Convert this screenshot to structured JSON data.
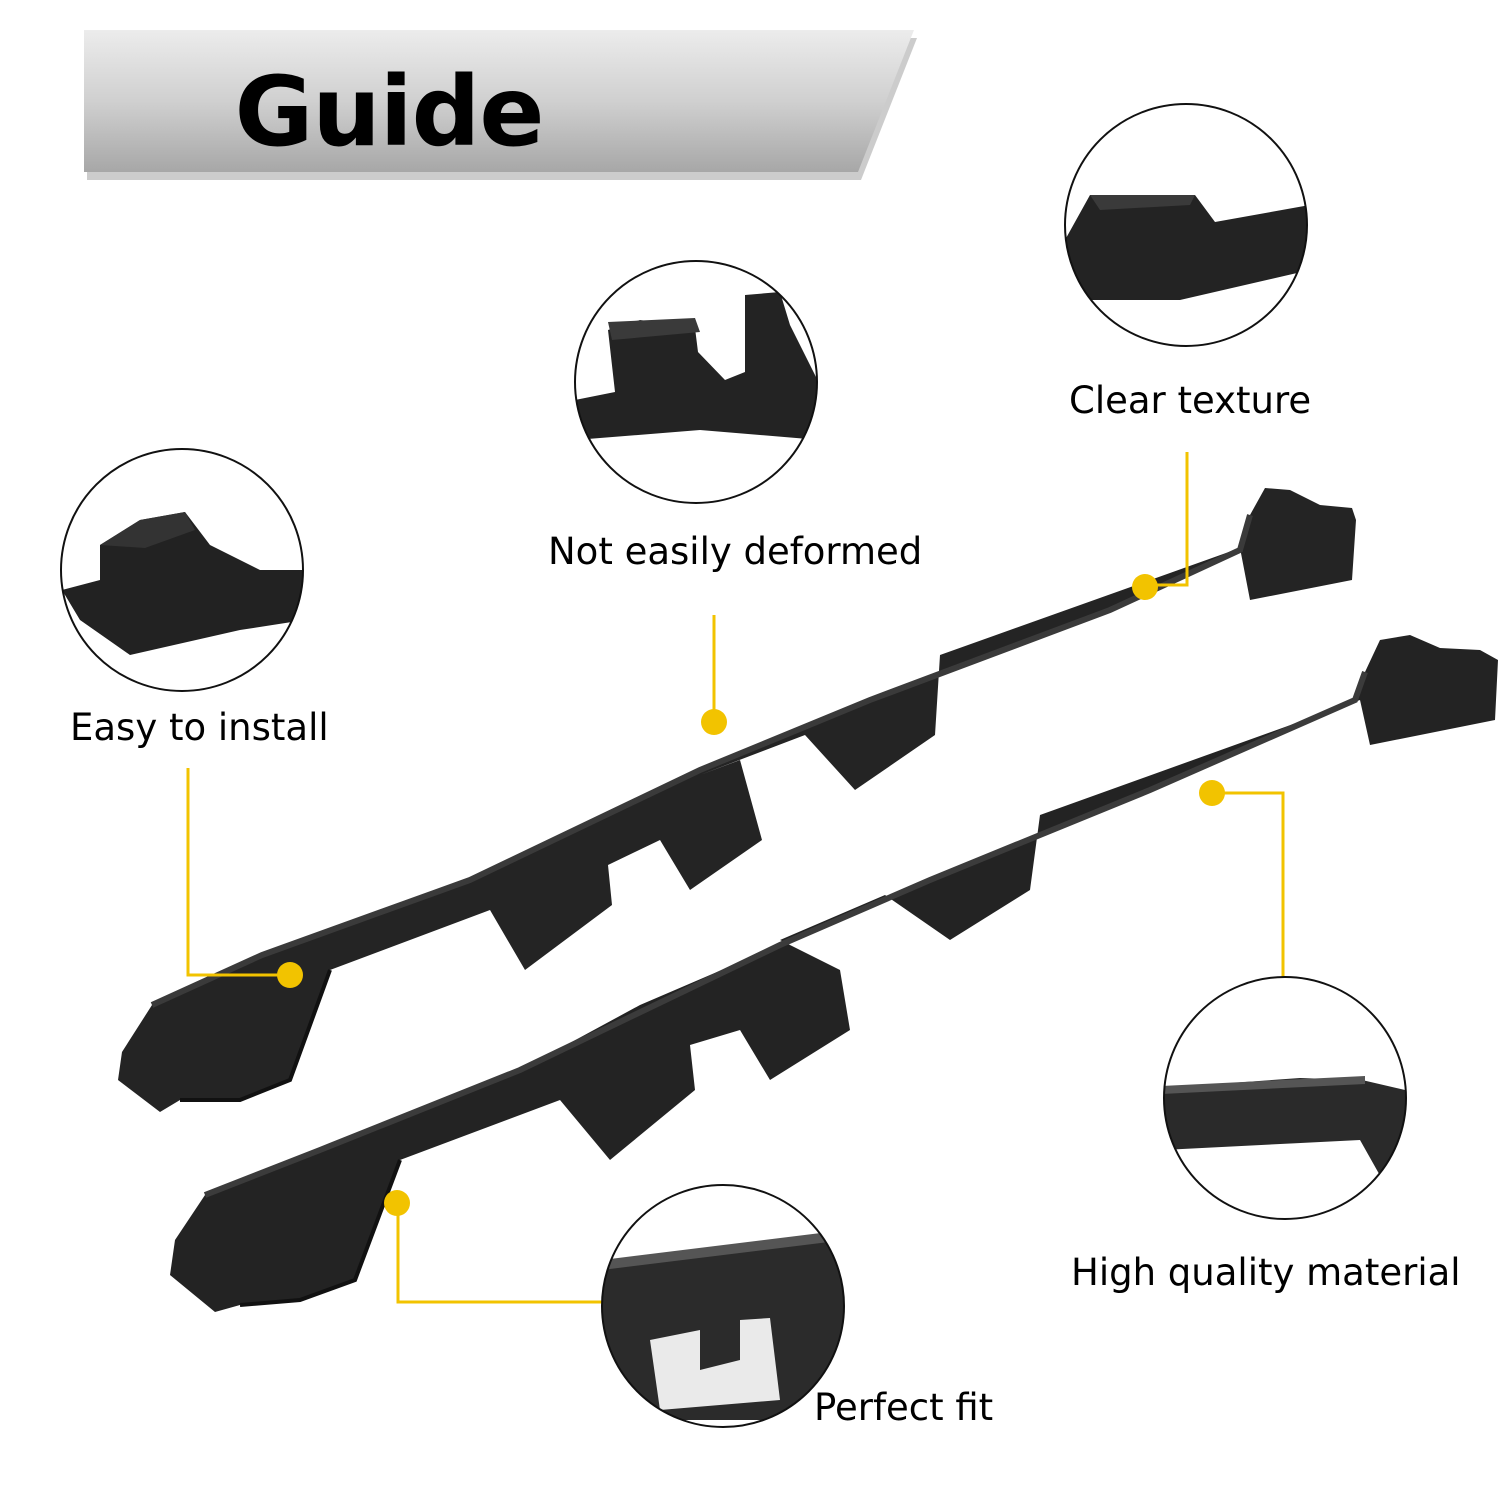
{
  "banner": {
    "title": "Guide"
  },
  "callouts": [
    {
      "id": "easy-to-install",
      "label": "Easy to install"
    },
    {
      "id": "not-easily-deformed",
      "label": "Not easily deformed"
    },
    {
      "id": "clear-texture",
      "label": "Clear texture"
    },
    {
      "id": "high-quality-material",
      "label": "High quality material"
    },
    {
      "id": "perfect-fit",
      "label": "Perfect fit"
    }
  ],
  "colors": {
    "accent": "#f2c300",
    "part": "#232323",
    "banner_top": "#e4e4e4",
    "banner_bottom": "#a8a8a8"
  },
  "icons": [
    "rubber-guide-part",
    "detail-zoom-circle",
    "callout-dot"
  ]
}
